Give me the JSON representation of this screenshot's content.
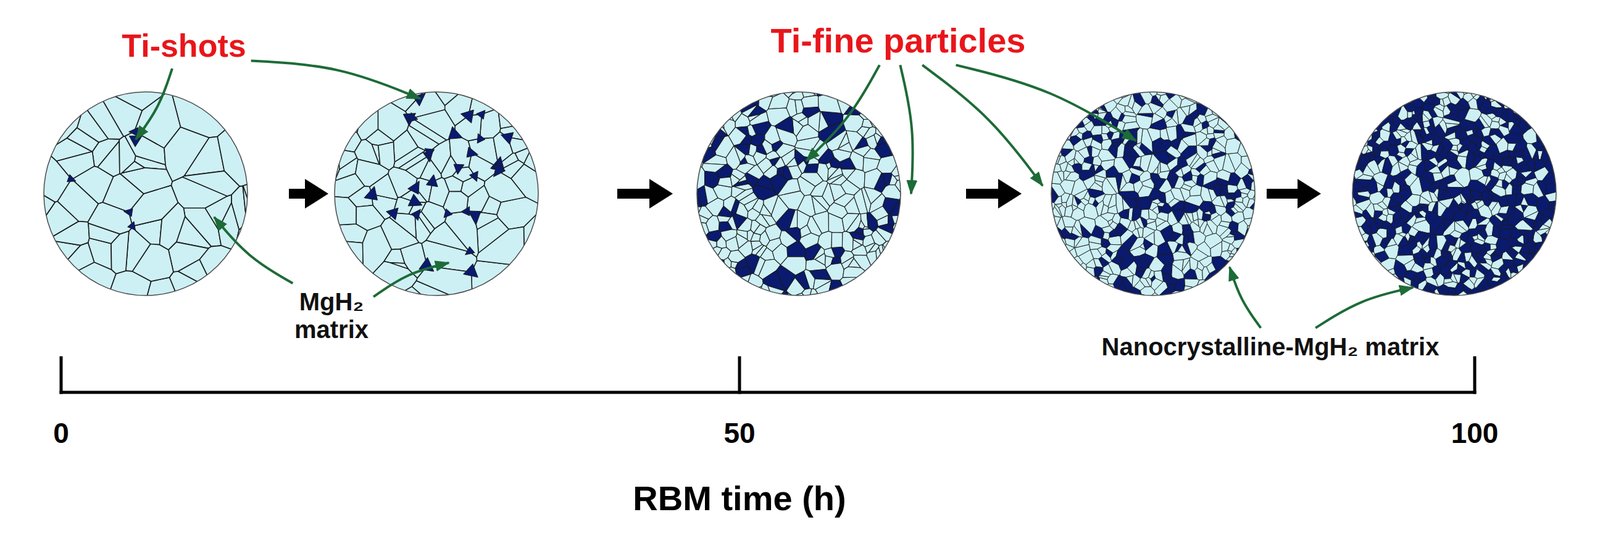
{
  "diagram": {
    "labels": [
      "Ti-shots",
      "Ti-fine particles",
      "MgH₂ matrix",
      "Nanocrystalline-MgH₂ matrix",
      "0",
      "50",
      "100",
      "RBM time (h)"
    ]
  }
}
